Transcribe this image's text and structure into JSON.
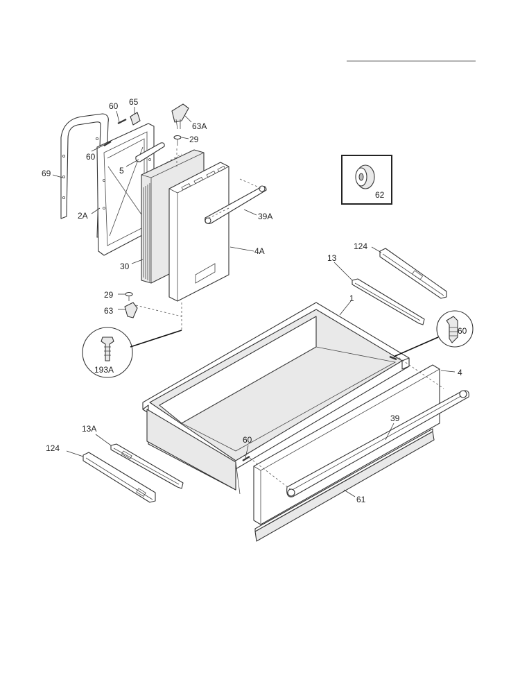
{
  "callouts": {
    "c60a": "60",
    "c65": "65",
    "c63a": "63A",
    "c29a": "29",
    "c60b": "60",
    "c69": "69",
    "c5": "5",
    "c2a": "2A",
    "c39a": "39A",
    "c30": "30",
    "c4a": "4A",
    "c62": "62",
    "c124a": "124",
    "c13": "13",
    "c29b": "29",
    "c1": "1",
    "c63": "63",
    "c60c": "60",
    "c193a": "193A",
    "c4": "4",
    "c39": "39",
    "c13a": "13A",
    "c124b": "124",
    "c60d": "60",
    "c61": "61"
  }
}
